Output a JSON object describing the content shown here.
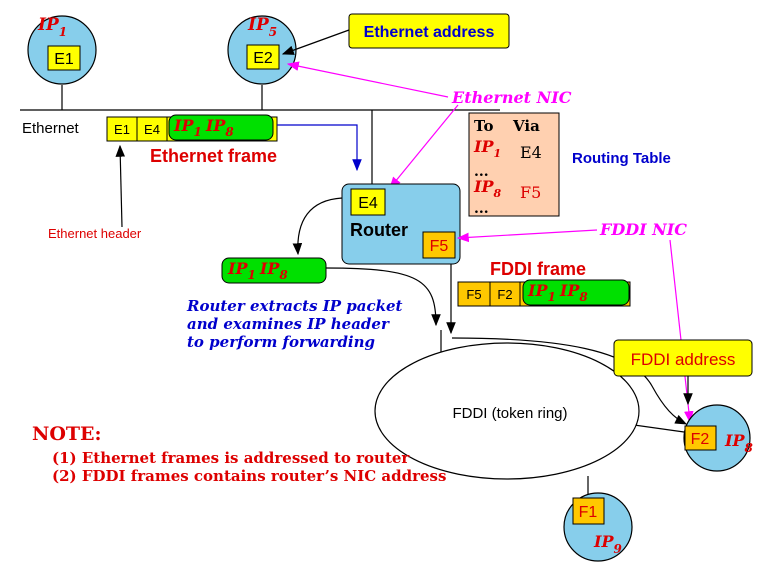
{
  "hosts": {
    "host1": {
      "ip_main": "IP",
      "ip_sub": "1",
      "nic": "E1"
    },
    "host5": {
      "ip_main": "IP",
      "ip_sub": "5",
      "nic": "E2"
    },
    "host8": {
      "ip_main": "IP",
      "ip_sub": "8",
      "nic": "F2"
    },
    "host9": {
      "ip_main": "IP",
      "ip_sub": "9",
      "nic": "F1"
    }
  },
  "labels": {
    "ethernet": "Ethernet",
    "ethernet_address": "Ethernet address",
    "ethernet_nic": "Ethernet NIC",
    "ethernet_frame": "Ethernet frame",
    "ethernet_header": "Ethernet header",
    "routing_table": "Routing Table",
    "fddi_nic": "FDDI NIC",
    "fddi_frame": "FDDI frame",
    "fddi_address": "FDDI address",
    "fddi_ring": "FDDI (token ring)",
    "router": "Router",
    "router_note": [
      "Router extracts IP packet",
      "and examines IP header",
      "to perform forwarding"
    ]
  },
  "router": {
    "eth_nic": "E4",
    "fddi_nic": "F5"
  },
  "ethernet_frame": {
    "dst": "E1",
    "src": "E4",
    "payload_a": "IP",
    "payload_a_sub": "1",
    "payload_b": "IP",
    "payload_b_sub": "8"
  },
  "fddi_frame": {
    "dst": "F5",
    "src": "F2",
    "payload_a": "IP",
    "payload_a_sub": "1",
    "payload_b": "IP",
    "payload_b_sub": "8"
  },
  "ip_packet": {
    "a": "IP",
    "a_sub": "1",
    "b": "IP",
    "b_sub": "8"
  },
  "routing_table": {
    "col_to": "To",
    "col_via": "Via",
    "rows": [
      {
        "to": "IP",
        "to_sub": "1",
        "via": "E4"
      },
      {
        "to": "IP",
        "to_sub": "8",
        "via": "F5"
      }
    ],
    "ellipsis": "..."
  },
  "note": {
    "title": "NOTE:",
    "lines": [
      "(1) Ethernet frames is addressed to router",
      "(2) FDDI frames contains router’s NIC address"
    ]
  },
  "colors": {
    "host_fill": "#87ceeb",
    "nic_fill": "#ffff00",
    "fddi_nic_fill": "#ffc800",
    "packet_fill": "#00e000",
    "table_fill": "#ffd0b0",
    "router_fill": "#87ceeb",
    "magenta": "#ff00ff",
    "blue": "#0000cc",
    "red": "#dd0000"
  }
}
